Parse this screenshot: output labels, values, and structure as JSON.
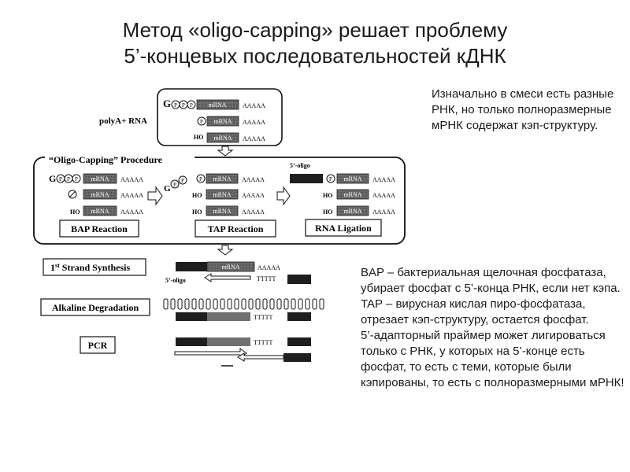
{
  "title": {
    "line1": "Метод «oligo-capping» решает проблему",
    "line2": "5’-концевых последовательностей кДНК"
  },
  "note_top": "Изначально в смеси есть разные РНК, но только полноразмерные мРНК содержат кэп-структуру.",
  "note_bottom": [
    "BAP – бактериальная щелочная фосфатаза, убирает фосфат с 5’-конца РНК, если нет кэпа.",
    "TAP – вирусная кислая пиро-фосфатаза, отрезает кэп-структуру, остается фосфат.",
    "5’-адапторный праймер может лигироваться только с РНК, у которых на 5’-конце есть фосфат, то есть с теми, которые были кэпированы, то есть с полноразмерными мРНК!"
  ],
  "diagram": {
    "polya_label": "polyA+ RNA",
    "procedure_label": "“Oligo-Capping” Procedure",
    "mrna": "mRNA",
    "polya": "AAAAA",
    "polyt": "TTTTT",
    "g": "G",
    "p": "P",
    "ho": "HO",
    "oligo_5": "5’-oligo",
    "bap_reaction": "BAP Reaction",
    "tap_reaction": "TAP Reaction",
    "rna_ligation": "RNA Ligation",
    "first_strand_num": "1",
    "first_strand_sup": "st",
    "first_strand_text": " Strand Synthesis",
    "alkaline": "Alkaline Degradation",
    "pcr": "PCR"
  }
}
